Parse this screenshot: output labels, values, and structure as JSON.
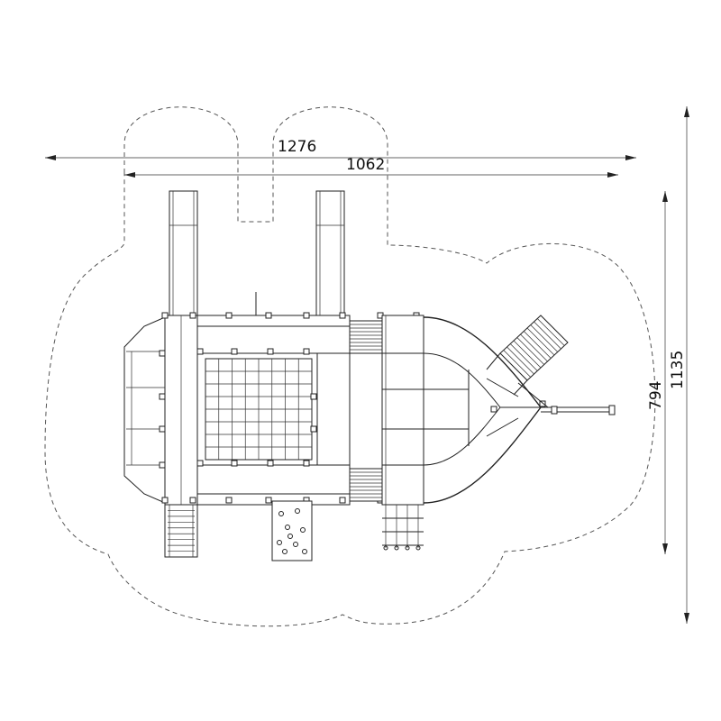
{
  "dimensions": {
    "safety_zone_width": "1276",
    "equipment_width": "1062",
    "equipment_depth": "794",
    "safety_zone_depth": "1135"
  },
  "colors": {
    "line": "#222222",
    "safety_outline": "#555555",
    "background": "#ffffff"
  }
}
